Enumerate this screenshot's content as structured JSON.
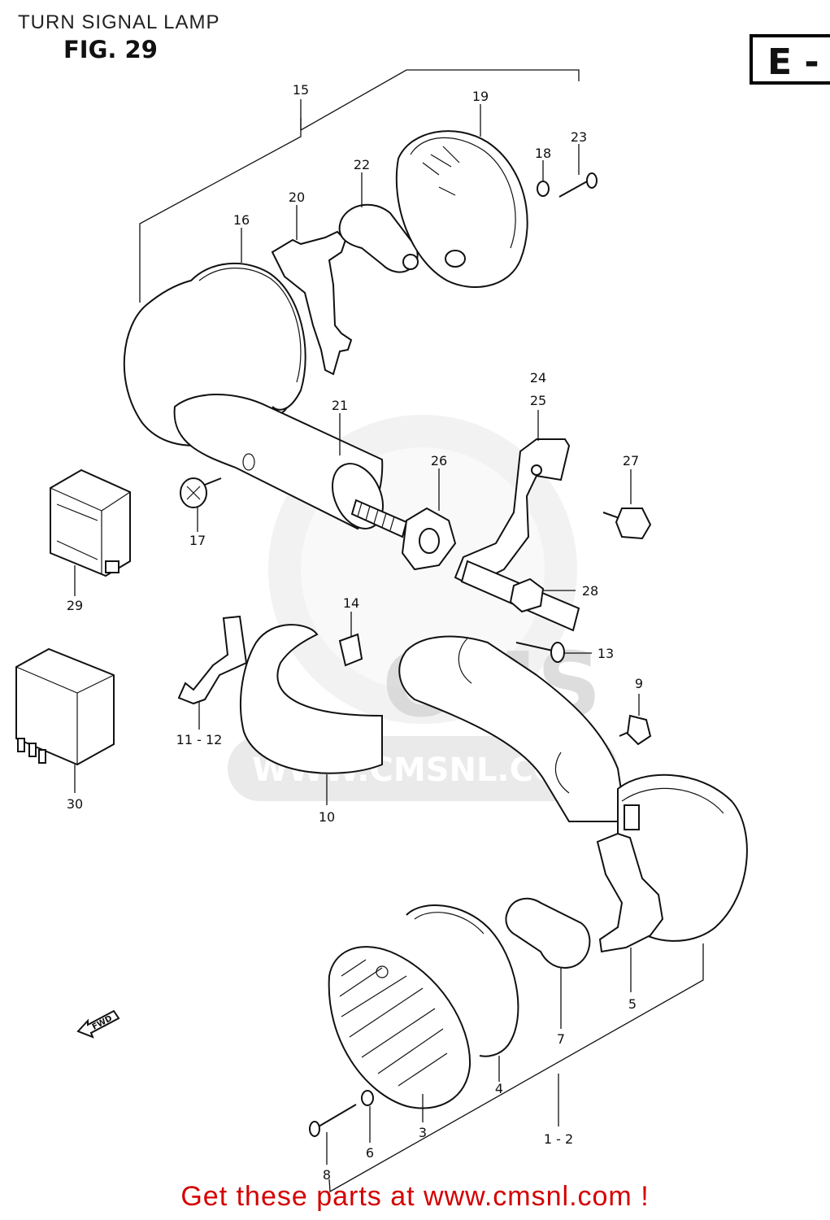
{
  "header": {
    "title": "TURN SIGNAL LAMP",
    "figure": "FIG. 29",
    "section": "E -"
  },
  "watermark": "WWW.CMSNL.COM",
  "watermark_logo": "CMS",
  "footer": {
    "cta": "Get these parts at www.cmsnl.com !"
  },
  "fwd_label": "FWD",
  "callouts": {
    "c1_2": "1 - 2",
    "c3": "3",
    "c4": "4",
    "c5": "5",
    "c6": "6",
    "c7": "7",
    "c8": "8",
    "c9": "9",
    "c10": "10",
    "c11_12": "11 - 12",
    "c13": "13",
    "c14": "14",
    "c15": "15",
    "c16": "16",
    "c17": "17",
    "c18": "18",
    "c19": "19",
    "c20": "20",
    "c21": "21",
    "c22": "22",
    "c23": "23",
    "c24": "24",
    "c25": "25",
    "c26": "26",
    "c27": "27",
    "c28": "28",
    "c29": "29",
    "c30": "30"
  }
}
